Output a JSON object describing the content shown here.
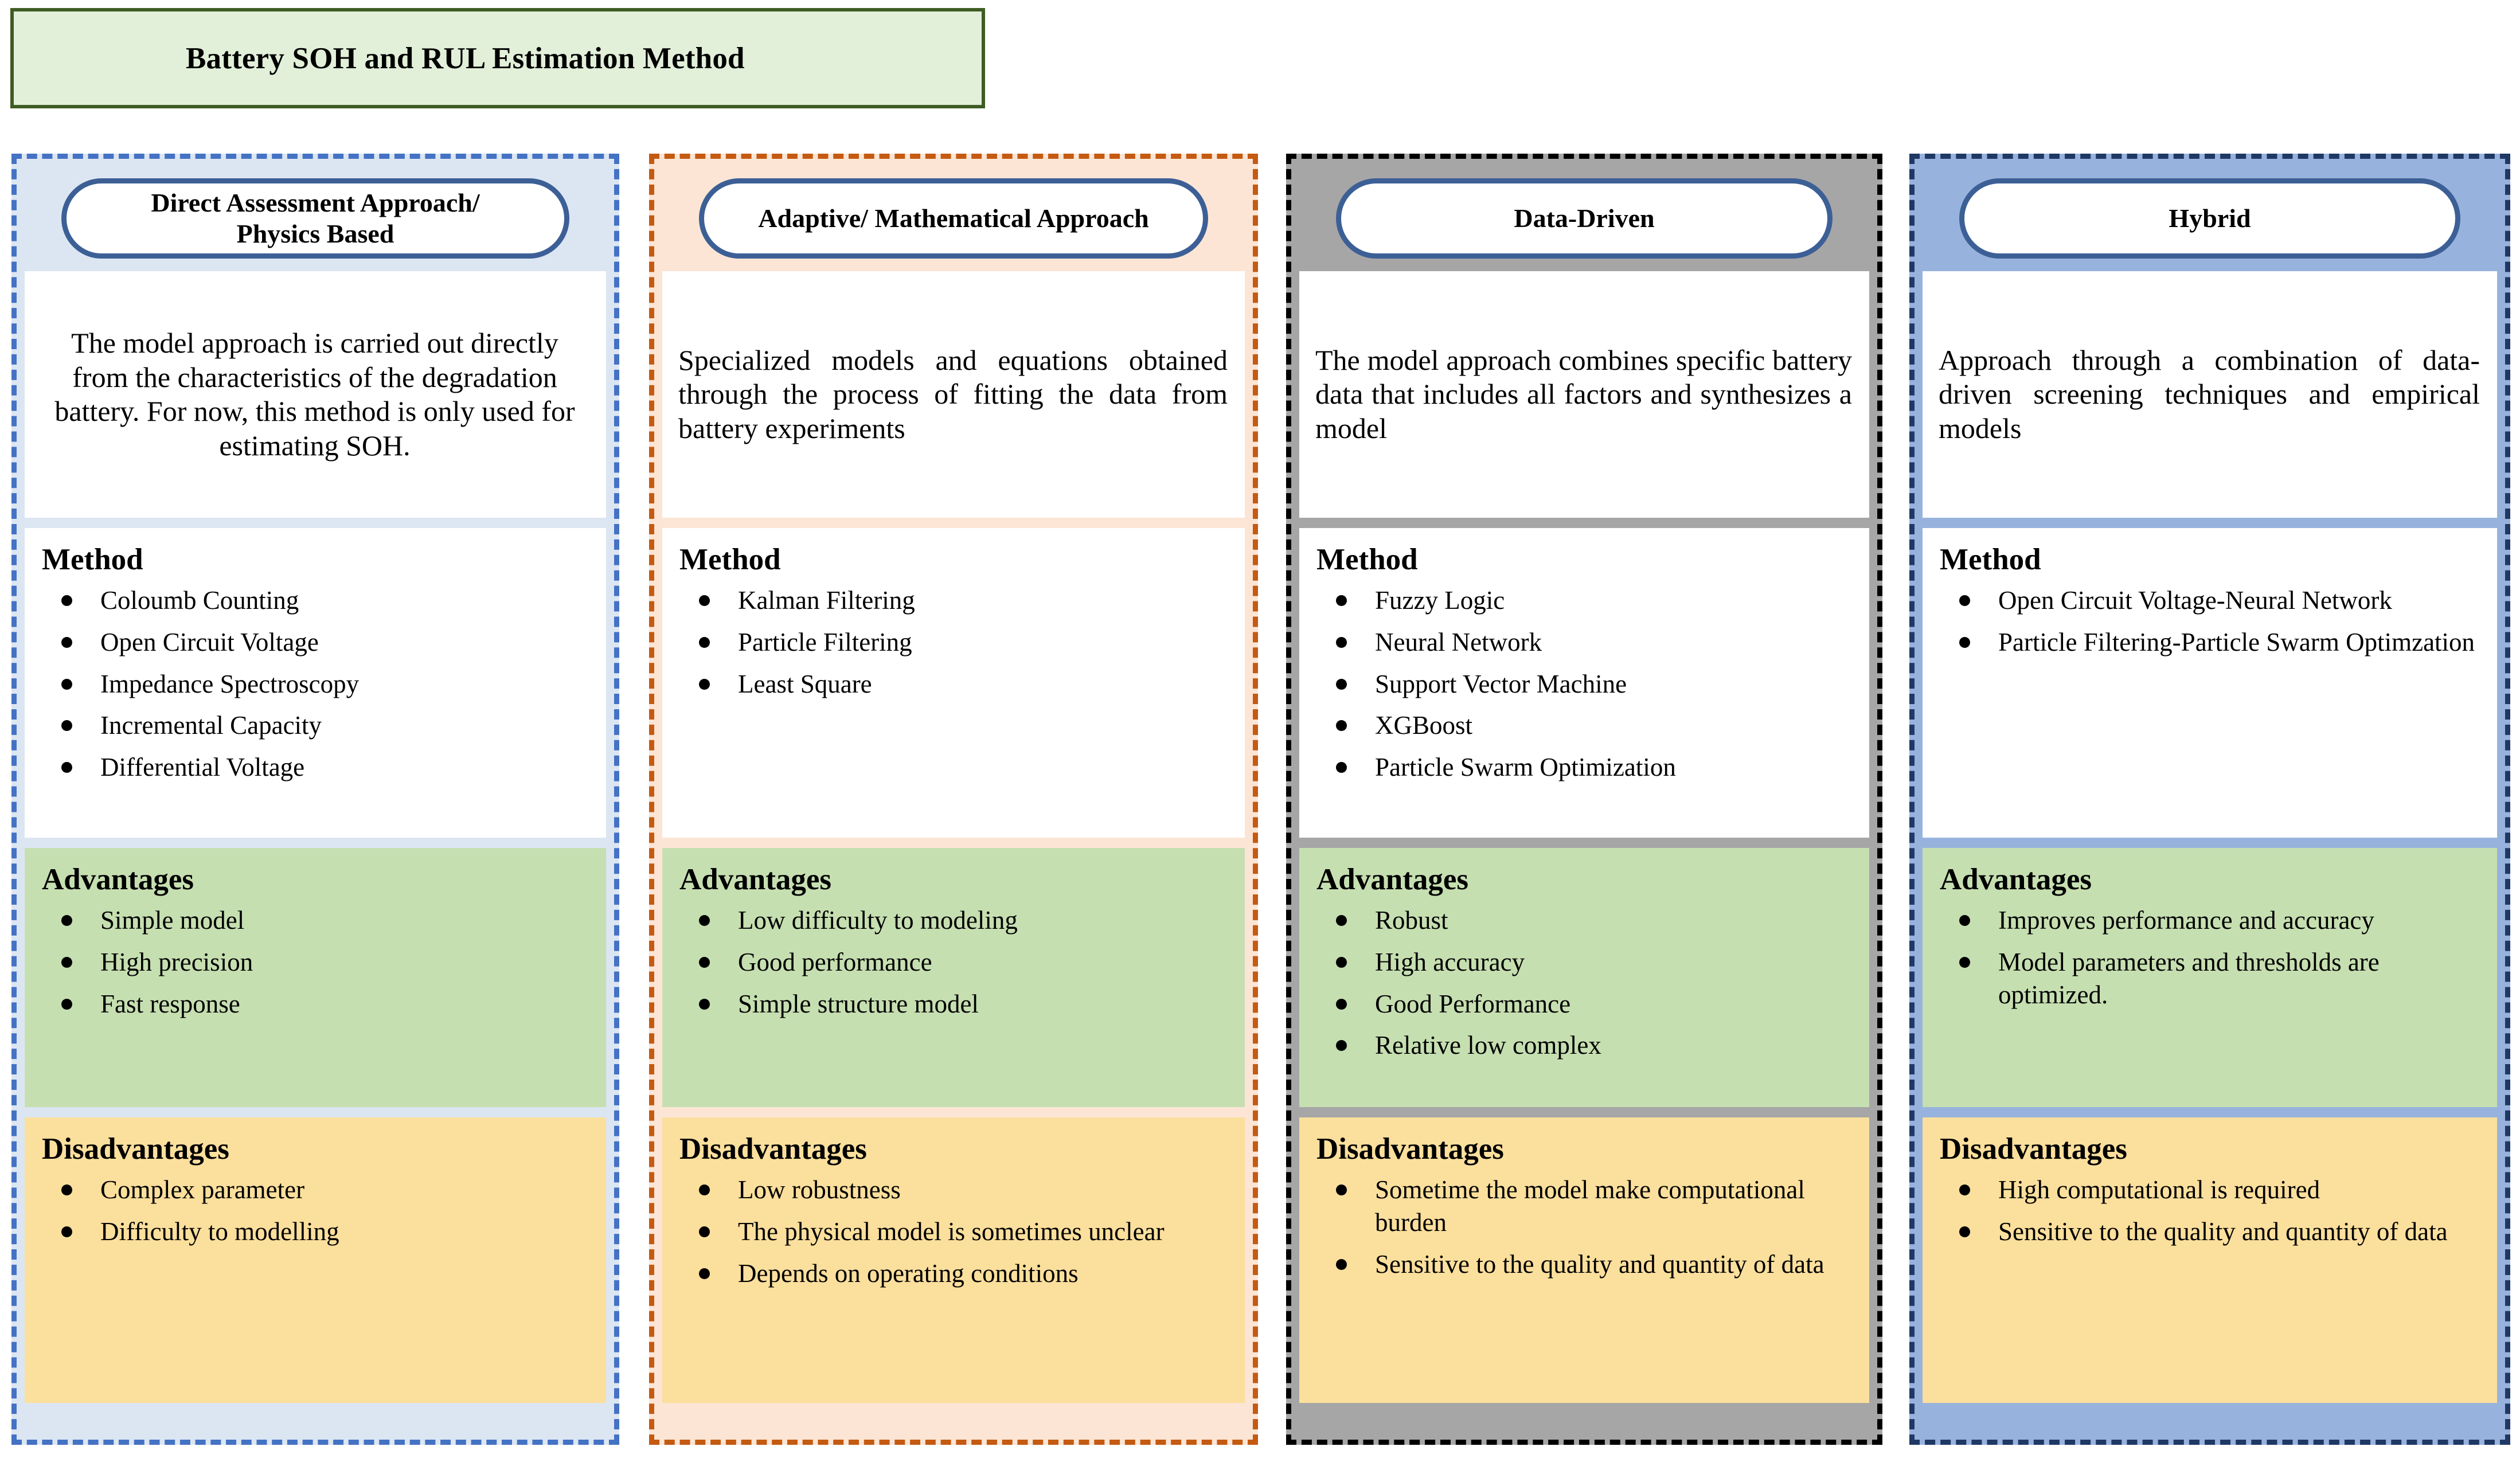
{
  "title": {
    "text": "Battery SOH and RUL Estimation Method",
    "fill_color": "#e2efd9",
    "border_color": "#3e5c23"
  },
  "section_labels": {
    "method": "Method",
    "advantages": "Advantages",
    "disadvantages": "Disadvantages"
  },
  "columns": [
    {
      "header": "Direct Assessment Approach/ Physics Based",
      "header_line1": "Direct Assessment Approach/",
      "header_line2": "Physics Based",
      "accent_color": "#4472c4",
      "fill_color": "#dce6f2",
      "description": "The model approach is carried out directly from the characteristics of the degradation battery. For now, this method is only used for estimating SOH.",
      "method": [
        "Coloumb Counting",
        "Open Circuit Voltage",
        "Impedance Spectroscopy",
        "Incremental Capacity",
        "Differential Voltage"
      ],
      "advantages": [
        "Simple model",
        "High precision",
        "Fast response"
      ],
      "disadvantages": [
        "Complex parameter",
        "Difficulty to modelling"
      ]
    },
    {
      "header": "Adaptive/ Mathematical Approach",
      "header_line1": "Adaptive/ Mathematical Approach",
      "header_line2": "",
      "accent_color": "#c55a11",
      "fill_color": "#fce5d5",
      "description": "Specialized models and equations obtained through the process of fitting the data from battery experiments",
      "method": [
        "Kalman Filtering",
        "Particle Filtering",
        "Least Square"
      ],
      "advantages": [
        "Low difficulty to modeling",
        "Good performance",
        "Simple structure model"
      ],
      "disadvantages": [
        "Low robustness",
        "The physical model is sometimes unclear",
        "Depends on operating conditions"
      ]
    },
    {
      "header": "Data-Driven",
      "header_line1": "Data-Driven",
      "header_line2": "",
      "accent_color": "#000000",
      "fill_color": "#a6a6a6",
      "description": "The model approach combines specific battery data that includes all factors and synthesizes a model",
      "method": [
        "Fuzzy Logic",
        "Neural Network",
        "Support Vector Machine",
        "XGBoost",
        "Particle Swarm Optimization"
      ],
      "advantages": [
        "Robust",
        "High accuracy",
        "Good Performance",
        "Relative low complex"
      ],
      "disadvantages": [
        "Sometime the model make computational burden",
        "Sensitive to the quality and quantity of data"
      ]
    },
    {
      "header": "Hybrid",
      "header_line1": "Hybrid",
      "header_line2": "",
      "accent_color": "#1f3864",
      "fill_color": "#97b3dd",
      "description": "Approach through a combination of data-driven screening techniques and empirical models",
      "method": [
        "Open Circuit Voltage-Neural Network",
        "Particle Filtering-Particle Swarm Optimzation"
      ],
      "advantages": [
        "Improves performance and accuracy",
        "Model parameters and thresholds are optimized."
      ],
      "disadvantages": [
        "High computational is required",
        "Sensitive to the quality and quantity of data"
      ]
    }
  ],
  "palette": {
    "advantages_fill": "#c6dfb1",
    "disadvantages_fill": "#fbdf9c",
    "pill_border": "#3c5f96",
    "panel_fill": "#ffffff"
  }
}
